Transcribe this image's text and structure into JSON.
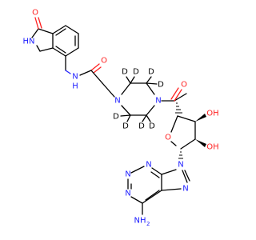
{
  "molecule": {
    "colors": {
      "nitrogen": "#2020ff",
      "oxygen": "#ff2020",
      "carbon": "#000000",
      "deuterium": "#000000"
    },
    "atoms": {
      "o_lactam": "O",
      "nh_lactam": "HN",
      "nh_amide": "N",
      "h_amide": "H",
      "o_amide": "O",
      "n_pip_left": "N",
      "n_pip_right": "N",
      "o_carbonyl": "O",
      "o_ring": "O",
      "oh_top": "OH",
      "oh_bottom": "OH",
      "n_adenine_1": "N",
      "n_adenine_3": "N",
      "n_adenine_7": "N",
      "n_adenine_9": "N",
      "n_adenine_a": "N",
      "nh2": "NH",
      "nh2_sub": "2",
      "d1": "D",
      "d2": "D",
      "d3": "D",
      "d4": "D",
      "d5": "D",
      "d6": "D",
      "d7": "D",
      "d8": "D"
    }
  }
}
